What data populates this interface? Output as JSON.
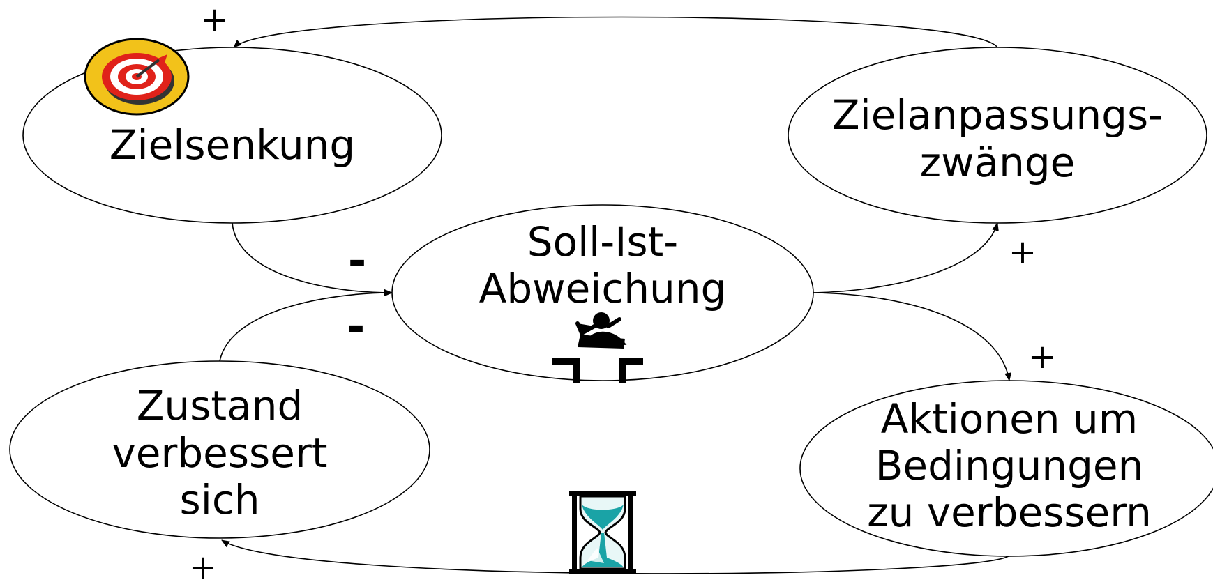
{
  "nodes": {
    "zielsenkung": {
      "lines": [
        "Zielsenkung"
      ]
    },
    "zielanpassung": {
      "lines": [
        "Zielanpassungs-",
        "zwänge"
      ]
    },
    "sollist": {
      "lines": [
        "Soll-Ist-",
        "Abweichung"
      ]
    },
    "zustand": {
      "lines": [
        "Zustand",
        "verbessert",
        "sich"
      ]
    },
    "aktionen": {
      "lines": [
        "Aktionen um",
        "Bedingungen",
        "zu verbessern"
      ]
    }
  },
  "edges": {
    "zielanpassung_to_zielsenkung": {
      "sign": "+"
    },
    "zielsenkung_to_sollist": {
      "sign": "-"
    },
    "zustand_to_sollist": {
      "sign": "-"
    },
    "sollist_to_zielanpassung": {
      "sign": "+"
    },
    "sollist_to_aktionen": {
      "sign": "+"
    },
    "aktionen_to_zustand": {
      "sign": "+"
    }
  },
  "icons": {
    "target": "target-dart-icon",
    "jumper": "person-jumping-gap-icon",
    "hourglass": "hourglass-icon"
  },
  "colors": {
    "target_outer": "#f2c21a",
    "target_red": "#e0221a",
    "hourglass_sand": "#1aa3a6"
  }
}
